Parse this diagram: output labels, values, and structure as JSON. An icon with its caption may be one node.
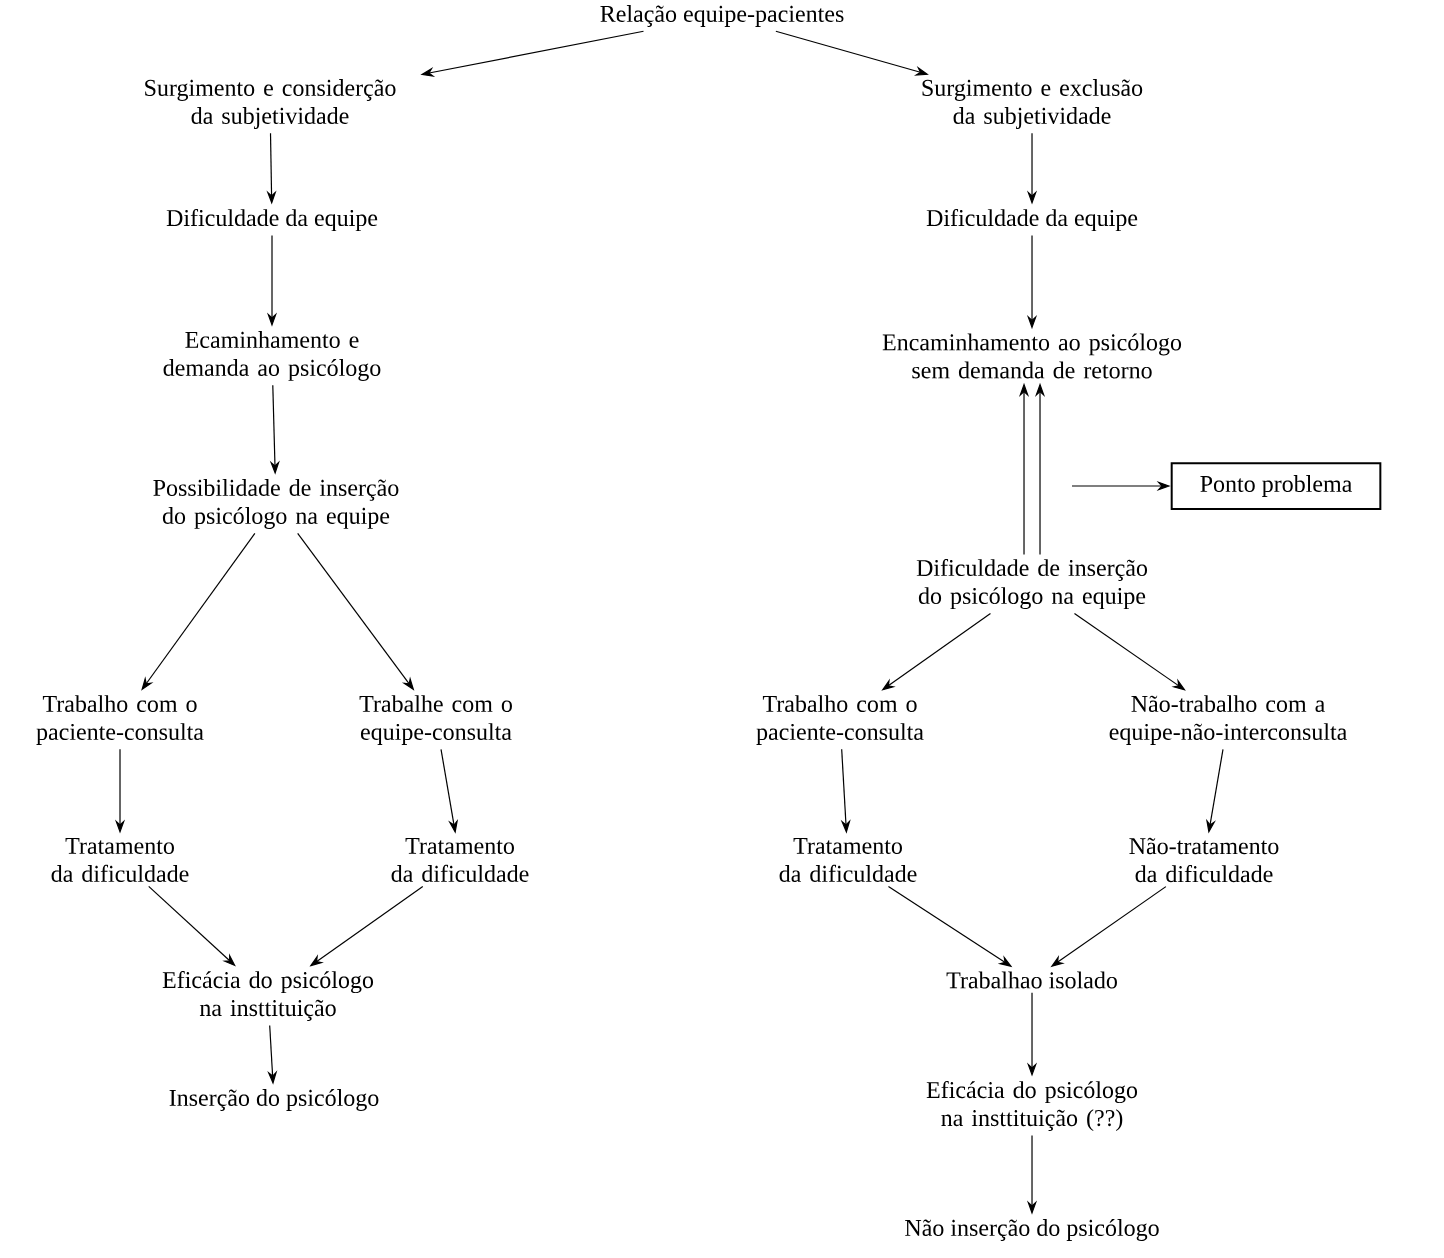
{
  "diagram": {
    "nodes": [
      {
        "text": [
          "Relação equipe-pacientes"
        ]
      },
      {
        "text": [
          "Surgimento e considerção da subjetividade"
        ]
      },
      {
        "text": [
          "Dificuldade da equipe"
        ]
      },
      {
        "text": [
          "Ecaminhamento e demanda ao psicólogo"
        ]
      },
      {
        "text": [
          "Possibilidade de inserção do psicólogo na equipe"
        ]
      },
      {
        "text": [
          "Trabalho com o paciente-consulta"
        ]
      },
      {
        "text": [
          "Trabalhe com o equipe-consulta"
        ]
      },
      {
        "text": [
          "Tratamento da dificuldade"
        ]
      },
      {
        "text": [
          "Tratamento da dificuldade"
        ]
      },
      {
        "text": [
          "Eficácia do psicólogo na insttituição"
        ]
      },
      {
        "text": [
          "Inserção do psicólogo"
        ]
      },
      {
        "text": [
          "Surgimento e exclusão da subjetividade"
        ]
      },
      {
        "text": [
          "Dificuldade da equipe"
        ]
      },
      {
        "text": [
          "Encaminhamento ao psicólogo sem demanda de retorno"
        ]
      },
      {
        "text": [
          "Ponto problema"
        ]
      },
      {
        "text": [
          "Dificuldade de inserção do psicólogo na equipe"
        ]
      },
      {
        "text": [
          "Trabalho com o paciente-consulta"
        ]
      },
      {
        "text": [
          "Não-trabalho com a equipe-não-interconsulta"
        ]
      },
      {
        "text": [
          "Tratamento da dificuldade"
        ]
      },
      {
        "text": [
          "Não-tratamento da dificuldade"
        ]
      },
      {
        "text": [
          "Trabalhao isolado"
        ]
      },
      {
        "text": [
          "Eficácia do psicólogo na insttituição (??)"
        ]
      },
      {
        "text": [
          "Não inserção do psicólogo"
        ]
      }
    ],
    "edges": [
      {
        "from": 0,
        "to": 1,
        "arrow": "to"
      },
      {
        "from": 0,
        "to": 11,
        "arrow": "to"
      },
      {
        "from": 1,
        "to": 2,
        "arrow": "to"
      },
      {
        "from": 2,
        "to": 3,
        "arrow": "to"
      },
      {
        "from": 3,
        "to": 4,
        "arrow": "to"
      },
      {
        "from": 4,
        "to": 5,
        "arrow": "to"
      },
      {
        "from": 4,
        "to": 6,
        "arrow": "to"
      },
      {
        "from": 5,
        "to": 7,
        "arrow": "to"
      },
      {
        "from": 6,
        "to": 8,
        "arrow": "to"
      },
      {
        "from": 7,
        "to": 9,
        "arrow": "to"
      },
      {
        "from": 8,
        "to": 9,
        "arrow": "to"
      },
      {
        "from": 9,
        "to": 10,
        "arrow": "to"
      },
      {
        "from": 11,
        "to": 12,
        "arrow": "to"
      },
      {
        "from": 12,
        "to": 13,
        "arrow": "to"
      },
      {
        "from": 15,
        "to": 13,
        "arrow": "to"
      },
      {
        "from": 15,
        "to": 13,
        "arrow": "to"
      },
      {
        "from": null,
        "to": 14,
        "arrow": "to"
      },
      {
        "from": 15,
        "to": 16,
        "arrow": "to"
      },
      {
        "from": 15,
        "to": 17,
        "arrow": "to"
      },
      {
        "from": 16,
        "to": 18,
        "arrow": "to"
      },
      {
        "from": 17,
        "to": 19,
        "arrow": "to"
      },
      {
        "from": 18,
        "to": 20,
        "arrow": "to"
      },
      {
        "from": 19,
        "to": 20,
        "arrow": "to"
      },
      {
        "from": 20,
        "to": 21,
        "arrow": "to"
      },
      {
        "from": 21,
        "to": 22,
        "arrow": "to"
      }
    ]
  }
}
